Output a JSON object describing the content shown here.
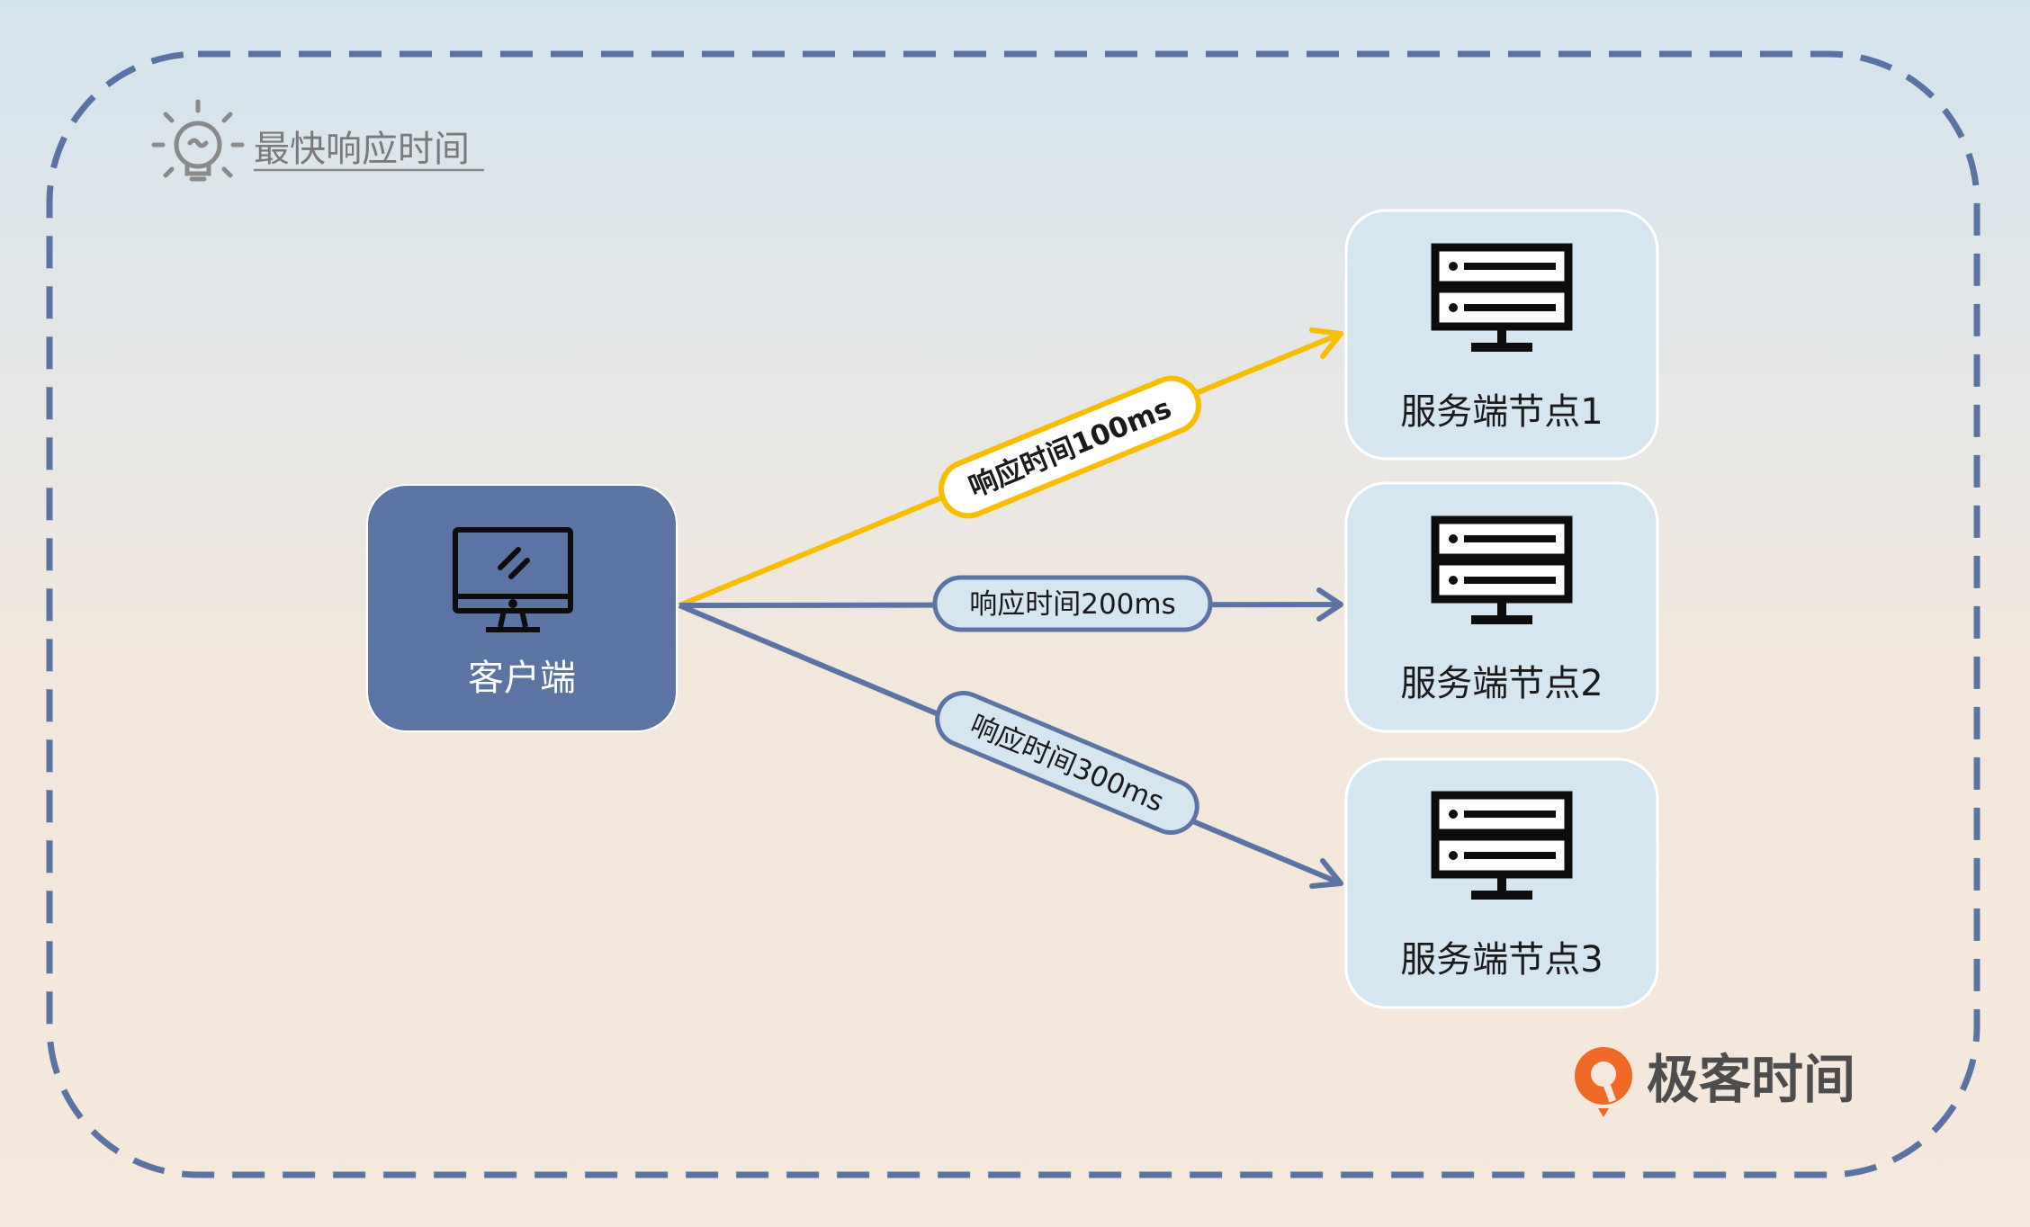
{
  "title": "最快响应时间",
  "client": {
    "label": "客户端"
  },
  "servers": [
    {
      "label": "服务端节点1"
    },
    {
      "label": "服务端节点2"
    },
    {
      "label": "服务端节点3"
    }
  ],
  "connections": [
    {
      "label": "响应时间100ms",
      "highlight": true
    },
    {
      "label": "响应时间200ms",
      "highlight": false
    },
    {
      "label": "响应时间300ms",
      "highlight": false
    }
  ],
  "brand": {
    "name": "极客时间"
  },
  "colors": {
    "frame_dash": "#5b73a3",
    "client_box": "#5b74a3",
    "server_box": "#d6e6f1",
    "fastest_arrow": "#f7bd00",
    "normal_arrow": "#5b74a3",
    "brand_orange": "#ee6a26",
    "brand_text": "#4d4d4d",
    "title_text": "#7a7a7a"
  },
  "icons": {
    "title": "lightbulb-icon",
    "client": "monitor-icon",
    "server": "server-icon",
    "brand": "geektime-logo-icon"
  }
}
